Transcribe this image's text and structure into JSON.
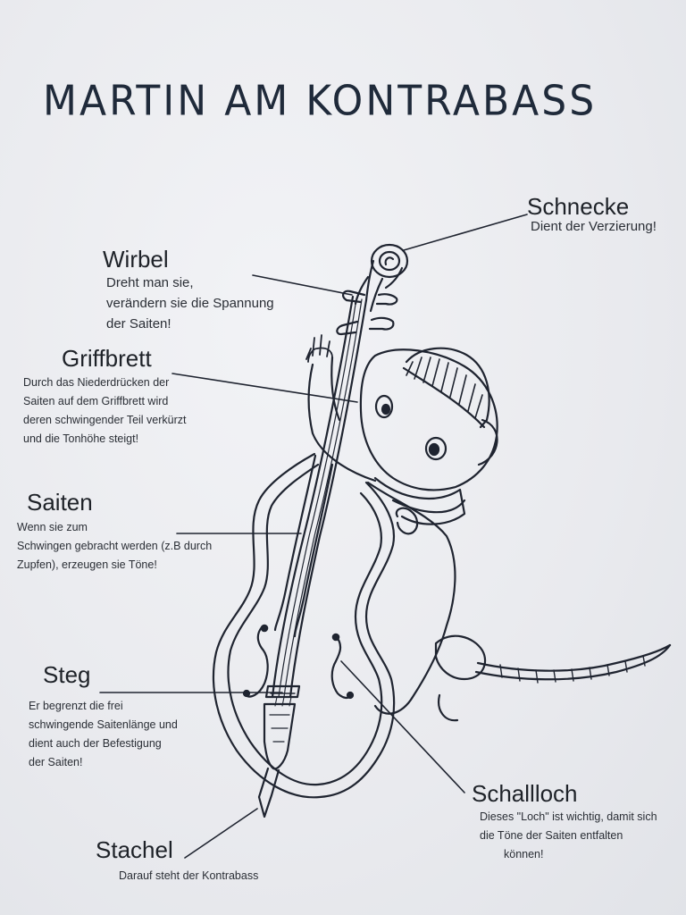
{
  "title": "MARTIN AM KONTRABASS",
  "labels": {
    "schnecke": {
      "name": "Schnecke",
      "desc": [
        "Dient der Verzierung!"
      ]
    },
    "wirbel": {
      "name": "Wirbel",
      "desc": [
        "Dreht man sie,",
        "verändern sie die Spannung",
        "der Saiten!"
      ]
    },
    "griffbrett": {
      "name": "Griffbrett",
      "desc": [
        "Durch das Niederdrücken der",
        "Saiten auf dem Griffbrett wird",
        "deren schwingender Teil verkürzt",
        "und die Tonhöhe steigt!"
      ]
    },
    "saiten": {
      "name": "Saiten",
      "desc": [
        "Wenn sie zum",
        "Schwingen gebracht werden (z.B durch",
        "Zupfen), erzeugen sie Töne!"
      ]
    },
    "steg": {
      "name": "Steg",
      "desc": [
        "Er begrenzt die frei",
        "schwingende Saitenlänge und",
        "dient auch der Befestigung",
        "der Saiten!"
      ]
    },
    "schallloch": {
      "name": "Schallloch",
      "desc": [
        "Dieses \"Loch\" ist wichtig, damit sich",
        "die Töne der Saiten entfalten",
        "können!"
      ]
    },
    "stachel": {
      "name": "Stachel",
      "desc": [
        "Darauf steht der Kontrabass"
      ]
    }
  },
  "colors": {
    "ink": "#1e2228",
    "paper": "#eef0f3"
  }
}
